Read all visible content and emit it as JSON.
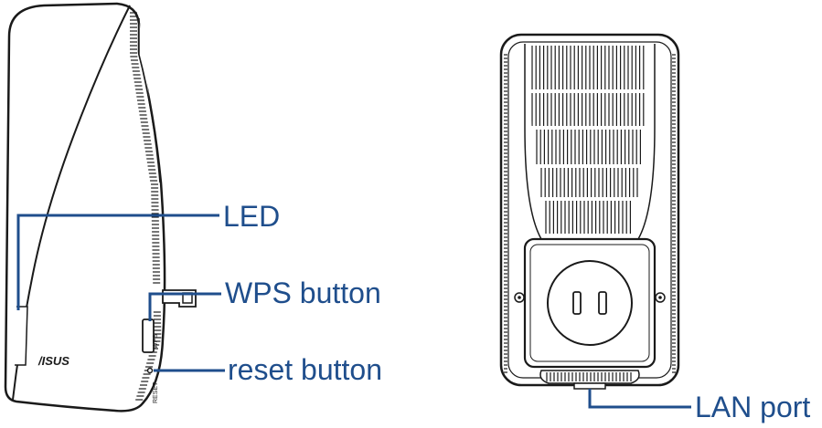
{
  "front_view": {
    "logo_text": "/ISUS",
    "wps_marking": "WPS",
    "reset_marking": "RESET"
  },
  "callouts": {
    "led": "LED",
    "wps_button": "WPS button",
    "reset_button": "reset button",
    "lan_port": "LAN port"
  },
  "colors": {
    "callout": "#1f4e8c",
    "outline": "#1a1a1a",
    "background": "#ffffff"
  }
}
